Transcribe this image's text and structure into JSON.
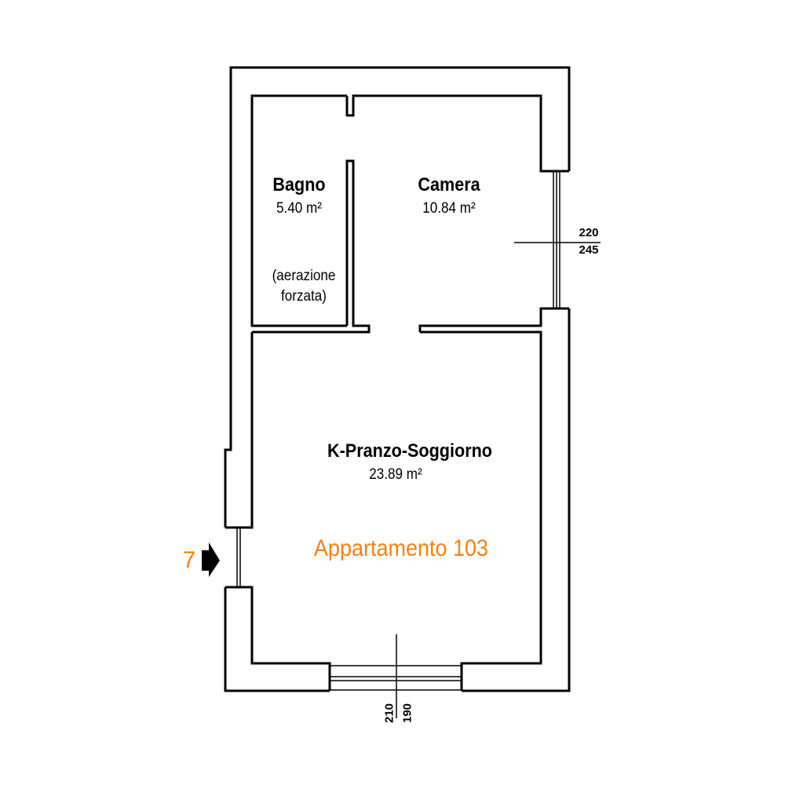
{
  "rooms": {
    "bagno": {
      "name": "Bagno",
      "area": "5.40 m²",
      "note_line1": "(aerazione",
      "note_line2": "forzata)"
    },
    "camera": {
      "name": "Camera",
      "area": "10.84 m²"
    },
    "soggiorno": {
      "name": "K-Pranzo-Soggiorno",
      "area": "23.89 m²"
    }
  },
  "apartment_label": "Appartamento  103",
  "entrance": {
    "number": "7",
    "icon": "entrance-arrow-icon"
  },
  "dimensions": {
    "camera_window_top": "220",
    "camera_window_bottom": "245",
    "living_window_left": "210",
    "living_window_right": "190"
  },
  "colors": {
    "walls": "#000000",
    "accent": "#ff7f0e"
  }
}
